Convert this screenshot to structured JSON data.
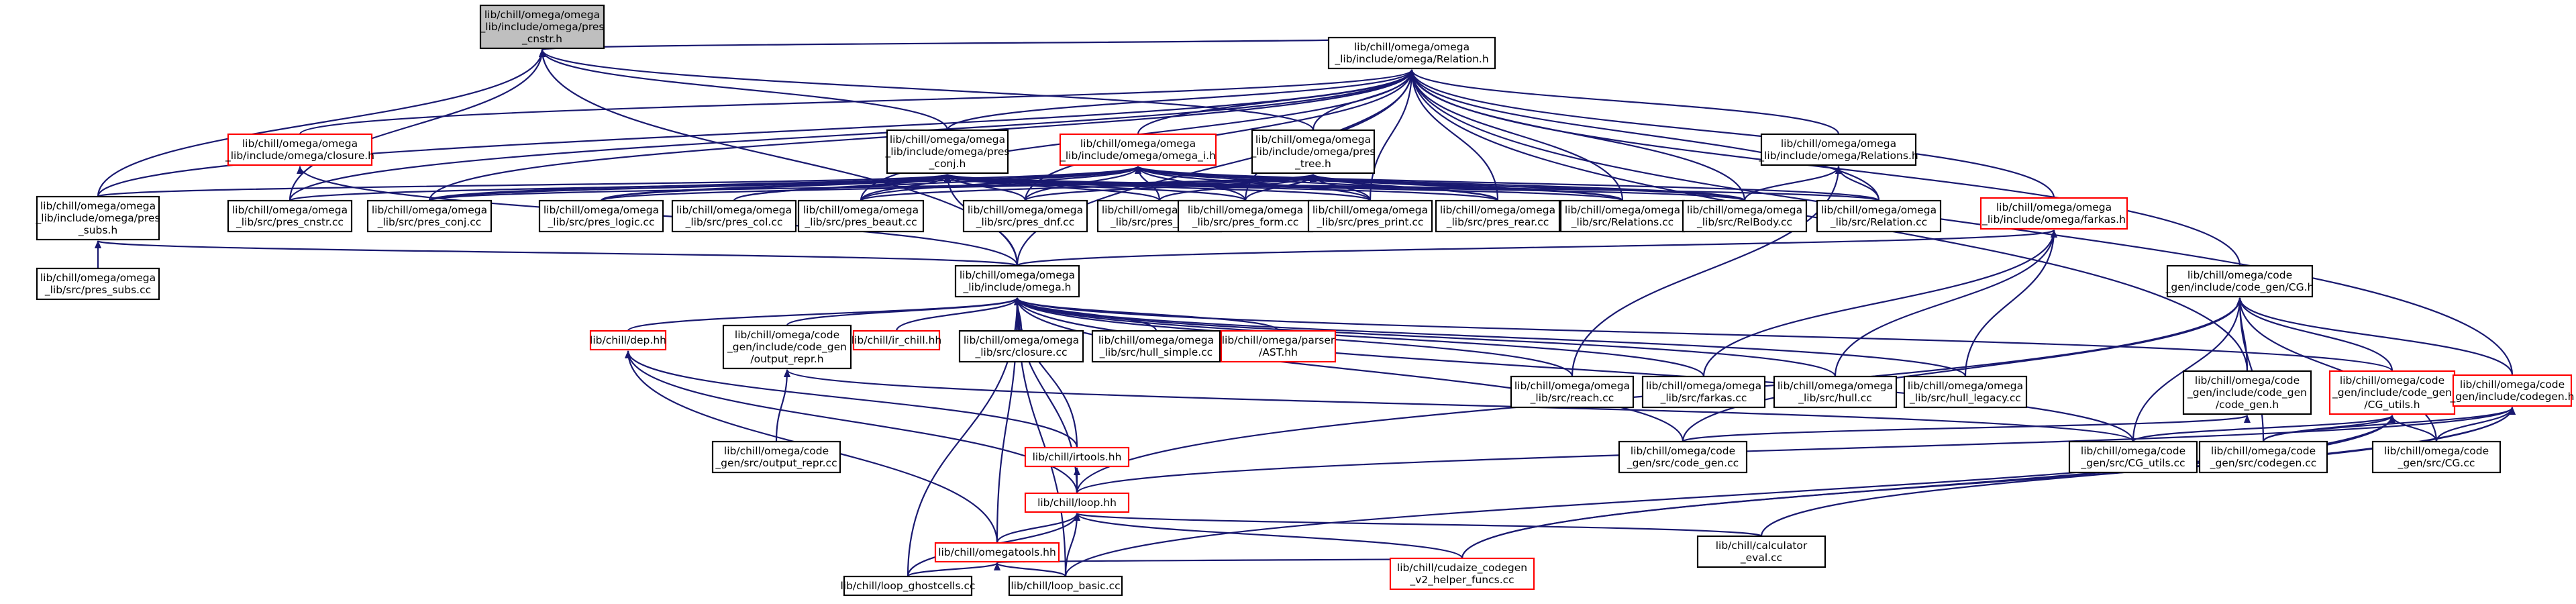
{
  "colors": {
    "edge": "#191970",
    "node_border": "#000000",
    "node_border_incomplete": "#ff0000",
    "root_fill": "#bfbfbf",
    "node_fill": "#ffffff",
    "text": "#000000"
  },
  "nodes": [
    {
      "id": "root",
      "lines": [
        "lib/chill/omega/omega",
        "_lib/include/omega/pres",
        "_cnstr.h"
      ],
      "root": true
    },
    {
      "id": "relation_h",
      "lines": [
        "lib/chill/omega/omega",
        "_lib/include/omega/Relation.h"
      ]
    },
    {
      "id": "closure_h",
      "lines": [
        "lib/chill/omega/omega",
        "_lib/include/omega/closure.h"
      ],
      "incomplete": true
    },
    {
      "id": "pres_conj_h",
      "lines": [
        "lib/chill/omega/omega",
        "_lib/include/omega/pres",
        "_conj.h"
      ]
    },
    {
      "id": "omega_i_h",
      "lines": [
        "lib/chill/omega/omega",
        "_lib/include/omega/omega_i.h"
      ],
      "incomplete": true
    },
    {
      "id": "pres_tree_h",
      "lines": [
        "lib/chill/omega/omega",
        "_lib/include/omega/pres",
        "_tree.h"
      ]
    },
    {
      "id": "relations_h",
      "lines": [
        "lib/chill/omega/omega",
        "_lib/include/omega/Relations.h"
      ]
    },
    {
      "id": "pres_subs_h",
      "lines": [
        "lib/chill/omega/omega",
        "_lib/include/omega/pres",
        "_subs.h"
      ]
    },
    {
      "id": "pres_cnstr_cc",
      "lines": [
        "lib/chill/omega/omega",
        "_lib/src/pres_cnstr.cc"
      ]
    },
    {
      "id": "pres_conj_cc",
      "lines": [
        "lib/chill/omega/omega",
        "_lib/src/pres_conj.cc"
      ]
    },
    {
      "id": "pres_logic_cc",
      "lines": [
        "lib/chill/omega/omega",
        "_lib/src/pres_logic.cc"
      ]
    },
    {
      "id": "pres_col_cc",
      "lines": [
        "lib/chill/omega/omega",
        "_lib/src/pres_col.cc"
      ]
    },
    {
      "id": "pres_beaut_cc",
      "lines": [
        "lib/chill/omega/omega",
        "_lib/src/pres_beaut.cc"
      ]
    },
    {
      "id": "pres_dnf_cc",
      "lines": [
        "lib/chill/omega/omega",
        "_lib/src/pres_dnf.cc"
      ]
    },
    {
      "id": "pres_var_cc",
      "lines": [
        "lib/chill/omega/omega",
        "_lib/src/pres_var.cc"
      ]
    },
    {
      "id": "pres_form_cc",
      "lines": [
        "lib/chill/omega/omega",
        "_lib/src/pres_form.cc"
      ]
    },
    {
      "id": "pres_print_cc",
      "lines": [
        "lib/chill/omega/omega",
        "_lib/src/pres_print.cc"
      ]
    },
    {
      "id": "pres_rear_cc",
      "lines": [
        "lib/chill/omega/omega",
        "_lib/src/pres_rear.cc"
      ]
    },
    {
      "id": "relations_cc",
      "lines": [
        "lib/chill/omega/omega",
        "_lib/src/Relations.cc"
      ]
    },
    {
      "id": "relbody_cc",
      "lines": [
        "lib/chill/omega/omega",
        "_lib/src/RelBody.cc"
      ]
    },
    {
      "id": "relation_cc",
      "lines": [
        "lib/chill/omega/omega",
        "_lib/src/Relation.cc"
      ]
    },
    {
      "id": "farkas_h",
      "lines": [
        "lib/chill/omega/omega",
        "_lib/include/omega/farkas.h"
      ],
      "incomplete": true
    },
    {
      "id": "pres_subs_cc",
      "lines": [
        "lib/chill/omega/omega",
        "_lib/src/pres_subs.cc"
      ]
    },
    {
      "id": "omega_h",
      "lines": [
        "lib/chill/omega/omega",
        "_lib/include/omega.h"
      ]
    },
    {
      "id": "code_gen_cg_h",
      "lines": [
        "lib/chill/omega/code",
        "_gen/include/code_gen/CG.h"
      ]
    },
    {
      "id": "dep_hh",
      "lines": [
        "lib/chill/dep.hh"
      ],
      "incomplete": true
    },
    {
      "id": "output_repr_h",
      "lines": [
        "lib/chill/omega/code",
        "_gen/include/code_gen",
        "/output_repr.h"
      ]
    },
    {
      "id": "ir_chill_hh",
      "lines": [
        "lib/chill/ir_chill.hh"
      ],
      "incomplete": true
    },
    {
      "id": "closure_cc",
      "lines": [
        "lib/chill/omega/omega",
        "_lib/src/closure.cc"
      ]
    },
    {
      "id": "hull_simple_cc",
      "lines": [
        "lib/chill/omega/omega",
        "_lib/src/hull_simple.cc"
      ]
    },
    {
      "id": "ast_hh",
      "lines": [
        "lib/chill/omega/parser",
        "/AST.hh"
      ],
      "incomplete": true
    },
    {
      "id": "reach_cc",
      "lines": [
        "lib/chill/omega/omega",
        "_lib/src/reach.cc"
      ]
    },
    {
      "id": "farkas_cc",
      "lines": [
        "lib/chill/omega/omega",
        "_lib/src/farkas.cc"
      ]
    },
    {
      "id": "hull_cc",
      "lines": [
        "lib/chill/omega/omega",
        "_lib/src/hull.cc"
      ]
    },
    {
      "id": "hull_legacy_cc",
      "lines": [
        "lib/chill/omega/omega",
        "_lib/src/hull_legacy.cc"
      ]
    },
    {
      "id": "code_gen_h",
      "lines": [
        "lib/chill/omega/code",
        "_gen/include/code_gen",
        "/code_gen.h"
      ]
    },
    {
      "id": "cg_utils_h",
      "lines": [
        "lib/chill/omega/code",
        "_gen/include/code_gen",
        "/CG_utils.h"
      ],
      "incomplete": true
    },
    {
      "id": "codegen_h",
      "lines": [
        "lib/chill/omega/code",
        "_gen/include/codegen.h"
      ],
      "incomplete": true
    },
    {
      "id": "output_repr_cc",
      "lines": [
        "lib/chill/omega/code",
        "_gen/src/output_repr.cc"
      ]
    },
    {
      "id": "irtools_hh",
      "lines": [
        "lib/chill/irtools.hh"
      ],
      "incomplete": true
    },
    {
      "id": "code_gen_cc",
      "lines": [
        "lib/chill/omega/code",
        "_gen/src/code_gen.cc"
      ]
    },
    {
      "id": "cg_utils_cc",
      "lines": [
        "lib/chill/omega/code",
        "_gen/src/CG_utils.cc"
      ]
    },
    {
      "id": "codegen_cc",
      "lines": [
        "lib/chill/omega/code",
        "_gen/src/codegen.cc"
      ]
    },
    {
      "id": "cg_cc",
      "lines": [
        "lib/chill/omega/code",
        "_gen/src/CG.cc"
      ]
    },
    {
      "id": "loop_hh",
      "lines": [
        "lib/chill/loop.hh"
      ],
      "incomplete": true
    },
    {
      "id": "omegatools_hh",
      "lines": [
        "lib/chill/omegatools.hh"
      ],
      "incomplete": true
    },
    {
      "id": "calculator_eval_cc",
      "lines": [
        "lib/chill/calculator",
        "_eval.cc"
      ]
    },
    {
      "id": "loop_ghostcells_cc",
      "lines": [
        "lib/chill/loop_ghostcells.cc"
      ]
    },
    {
      "id": "loop_basic_cc",
      "lines": [
        "lib/chill/loop_basic.cc"
      ]
    },
    {
      "id": "cudaize_codegen_cc",
      "lines": [
        "lib/chill/cudaize_codegen",
        "_v2_helper_funcs.cc"
      ],
      "incomplete": true
    }
  ],
  "edges": [
    [
      "relation_h",
      "root"
    ],
    [
      "pres_conj_h",
      "root"
    ],
    [
      "pres_tree_h",
      "root"
    ],
    [
      "pres_subs_h",
      "root"
    ],
    [
      "pres_cnstr_cc",
      "root"
    ],
    [
      "omega_h",
      "root"
    ],
    [
      "closure_h",
      "relation_h"
    ],
    [
      "pres_conj_h",
      "relation_h"
    ],
    [
      "omega_i_h",
      "relation_h"
    ],
    [
      "pres_tree_h",
      "relation_h"
    ],
    [
      "relations_h",
      "relation_h"
    ],
    [
      "pres_subs_h",
      "relation_h"
    ],
    [
      "pres_cnstr_cc",
      "relation_h"
    ],
    [
      "pres_conj_cc",
      "relation_h"
    ],
    [
      "pres_beaut_cc",
      "relation_h"
    ],
    [
      "pres_dnf_cc",
      "relation_h"
    ],
    [
      "pres_form_cc",
      "relation_h"
    ],
    [
      "pres_print_cc",
      "relation_h"
    ],
    [
      "pres_rear_cc",
      "relation_h"
    ],
    [
      "relations_cc",
      "relation_h"
    ],
    [
      "relbody_cc",
      "relation_h"
    ],
    [
      "relation_cc",
      "relation_h"
    ],
    [
      "farkas_h",
      "relation_h"
    ],
    [
      "omega_h",
      "relation_h"
    ],
    [
      "code_gen_cg_h",
      "relation_h"
    ],
    [
      "code_gen_h",
      "relation_h"
    ],
    [
      "codegen_h",
      "relation_h"
    ],
    [
      "omega_h",
      "closure_h"
    ],
    [
      "pres_subs_h",
      "pres_conj_h"
    ],
    [
      "pres_cnstr_cc",
      "pres_conj_h"
    ],
    [
      "pres_conj_cc",
      "pres_conj_h"
    ],
    [
      "pres_logic_cc",
      "pres_conj_h"
    ],
    [
      "pres_col_cc",
      "pres_conj_h"
    ],
    [
      "pres_beaut_cc",
      "pres_conj_h"
    ],
    [
      "pres_dnf_cc",
      "pres_conj_h"
    ],
    [
      "pres_var_cc",
      "pres_conj_h"
    ],
    [
      "pres_form_cc",
      "pres_conj_h"
    ],
    [
      "pres_print_cc",
      "pres_conj_h"
    ],
    [
      "pres_rear_cc",
      "pres_conj_h"
    ],
    [
      "relations_cc",
      "pres_conj_h"
    ],
    [
      "relbody_cc",
      "pres_conj_h"
    ],
    [
      "relation_cc",
      "pres_conj_h"
    ],
    [
      "omega_h",
      "pres_conj_h"
    ],
    [
      "pres_conj_cc",
      "omega_i_h"
    ],
    [
      "pres_logic_cc",
      "omega_i_h"
    ],
    [
      "pres_col_cc",
      "omega_i_h"
    ],
    [
      "pres_beaut_cc",
      "omega_i_h"
    ],
    [
      "pres_dnf_cc",
      "omega_i_h"
    ],
    [
      "pres_var_cc",
      "omega_i_h"
    ],
    [
      "pres_form_cc",
      "omega_i_h"
    ],
    [
      "pres_print_cc",
      "omega_i_h"
    ],
    [
      "pres_rear_cc",
      "omega_i_h"
    ],
    [
      "relations_cc",
      "omega_i_h"
    ],
    [
      "relbody_cc",
      "omega_i_h"
    ],
    [
      "relation_cc",
      "omega_i_h"
    ],
    [
      "pres_conj_cc",
      "pres_tree_h"
    ],
    [
      "pres_logic_cc",
      "pres_tree_h"
    ],
    [
      "pres_beaut_cc",
      "pres_tree_h"
    ],
    [
      "pres_dnf_cc",
      "pres_tree_h"
    ],
    [
      "pres_var_cc",
      "pres_tree_h"
    ],
    [
      "pres_form_cc",
      "pres_tree_h"
    ],
    [
      "pres_print_cc",
      "pres_tree_h"
    ],
    [
      "pres_rear_cc",
      "pres_tree_h"
    ],
    [
      "relations_cc",
      "pres_tree_h"
    ],
    [
      "relbody_cc",
      "pres_tree_h"
    ],
    [
      "relation_cc",
      "relations_h"
    ],
    [
      "relbody_cc",
      "relations_h"
    ],
    [
      "reach_cc",
      "relations_h"
    ],
    [
      "pres_subs_cc",
      "pres_subs_h"
    ],
    [
      "omega_h",
      "pres_subs_h"
    ],
    [
      "omega_h",
      "farkas_h"
    ],
    [
      "farkas_cc",
      "farkas_h"
    ],
    [
      "hull_cc",
      "farkas_h"
    ],
    [
      "hull_legacy_cc",
      "farkas_h"
    ],
    [
      "dep_hh",
      "omega_h"
    ],
    [
      "output_repr_h",
      "omega_h"
    ],
    [
      "ir_chill_hh",
      "omega_h"
    ],
    [
      "closure_cc",
      "omega_h"
    ],
    [
      "hull_simple_cc",
      "omega_h"
    ],
    [
      "ast_hh",
      "omega_h"
    ],
    [
      "reach_cc",
      "omega_h"
    ],
    [
      "farkas_cc",
      "omega_h"
    ],
    [
      "hull_cc",
      "omega_h"
    ],
    [
      "hull_legacy_cc",
      "omega_h"
    ],
    [
      "cg_utils_h",
      "omega_h"
    ],
    [
      "irtools_hh",
      "omega_h"
    ],
    [
      "code_gen_cc",
      "omega_h"
    ],
    [
      "cg_utils_cc",
      "omega_h"
    ],
    [
      "loop_hh",
      "omega_h"
    ],
    [
      "omegatools_hh",
      "omega_h"
    ],
    [
      "loop_ghostcells_cc",
      "omega_h"
    ],
    [
      "loop_basic_cc",
      "omega_h"
    ],
    [
      "code_gen_h",
      "code_gen_cg_h"
    ],
    [
      "cg_utils_h",
      "code_gen_cg_h"
    ],
    [
      "codegen_h",
      "code_gen_cg_h"
    ],
    [
      "code_gen_cc",
      "code_gen_cg_h"
    ],
    [
      "cg_utils_cc",
      "code_gen_cg_h"
    ],
    [
      "codegen_cc",
      "code_gen_cg_h"
    ],
    [
      "cg_cc",
      "code_gen_cg_h"
    ],
    [
      "loop_hh",
      "code_gen_cg_h"
    ],
    [
      "output_repr_cc",
      "output_repr_h"
    ],
    [
      "cg_utils_cc",
      "output_repr_h"
    ],
    [
      "irtools_hh",
      "dep_hh"
    ],
    [
      "loop_hh",
      "dep_hh"
    ],
    [
      "omegatools_hh",
      "dep_hh"
    ],
    [
      "code_gen_cc",
      "code_gen_h"
    ],
    [
      "cg_utils_cc",
      "cg_utils_h"
    ],
    [
      "codegen_cc",
      "cg_utils_h"
    ],
    [
      "cg_cc",
      "cg_utils_h"
    ],
    [
      "loop_basic_cc",
      "cg_utils_h"
    ],
    [
      "cudaize_codegen_cc",
      "cg_utils_h"
    ],
    [
      "codegen_cc",
      "codegen_h"
    ],
    [
      "cg_cc",
      "codegen_h"
    ],
    [
      "loop_hh",
      "codegen_h"
    ],
    [
      "calculator_eval_cc",
      "codegen_h"
    ],
    [
      "cudaize_codegen_cc",
      "codegen_h"
    ],
    [
      "loop_hh",
      "irtools_hh"
    ],
    [
      "omegatools_hh",
      "loop_hh"
    ],
    [
      "calculator_eval_cc",
      "loop_hh"
    ],
    [
      "loop_ghostcells_cc",
      "loop_hh"
    ],
    [
      "loop_basic_cc",
      "loop_hh"
    ],
    [
      "cudaize_codegen_cc",
      "loop_hh"
    ],
    [
      "loop_ghostcells_cc",
      "omegatools_hh"
    ],
    [
      "loop_basic_cc",
      "omegatools_hh"
    ],
    [
      "cudaize_codegen_cc",
      "omegatools_hh"
    ]
  ]
}
